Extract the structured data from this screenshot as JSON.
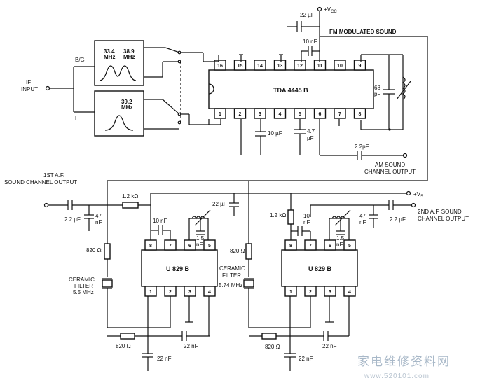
{
  "labels": {
    "vcc": "+V",
    "vcc_sub": "CC",
    "c_22uf_top": "22 µF",
    "fm_modulated": "FM MODULATED SOUND",
    "c_10nf_top": "10 nF",
    "bg": "B/G",
    "l": "L",
    "if_input_1": "IF",
    "if_input_2": "INPUT",
    "filter1_f1": "33.4",
    "filter1_f1u": "MHz",
    "filter1_f2": "38.9",
    "filter1_f2u": "MHz",
    "filter2_f": "39.2",
    "filter2_fu": "MHz",
    "ic_main": "TDA 4445 B",
    "c_68pf_a": "68",
    "c_68pf_b": "pF",
    "c_10uf": "10 µF",
    "c_47uf_a": "4.7",
    "c_47uf_b": "µF",
    "c_22pf": "2.2pF",
    "am_out_1": "AM SOUND",
    "am_out_2": "CHANNEL OUTPUT",
    "af1_1": "1ST A.F.",
    "af1_2": "SOUND CHANNEL OUTPUT",
    "vs": "+V",
    "vs_sub": "S",
    "r_12k_left": "1.2 kΩ",
    "c_22uf_l": "2.2 µF",
    "c_47nf_l_a": "47",
    "c_47nf_l_b": "nF",
    "c_10nf_l": "10 nF",
    "c_22uf_mid": "22 µF",
    "c_15nf_l_a": "1.5",
    "c_15nf_l_b": "nF",
    "r_820_l": "820 Ω",
    "ceramic_l_1": "CERAMIC",
    "ceramic_l_2": "FILTER",
    "ceramic_l_3": "5.5 MHz",
    "ic_left": "U 829 B",
    "r_820_mid": "820 Ω",
    "ceramic_r_1": "CERAMIC",
    "ceramic_r_2": "FILTER",
    "ceramic_r_3": "5.74 MHz",
    "r_12k_right": "1.2 kΩ",
    "c_10nf_r_a": "10",
    "c_10nf_r_b": "nF",
    "c_47nf_r_a": "47",
    "c_47nf_r_b": "nF",
    "c_22uf_r": "2.2 µF",
    "af2_1": "2ND A.F. SOUND",
    "af2_2": "CHANNEL OUTPUT",
    "c_15nf_r_a": "1.5",
    "c_15nf_r_b": "nF",
    "ic_right": "U 829 B",
    "r_820_bl": "820 Ω",
    "c_22nf_bl": "22 nF",
    "c_22nf_bl2": "22 nF",
    "r_820_br": "820 Ω",
    "c_22nf_br": "22 nF",
    "c_22nf_br2": "22 nF",
    "watermark_cn": "家电维修资料网",
    "watermark_url": "www.520101.com"
  },
  "pins": {
    "main_top": [
      "16",
      "15",
      "14",
      "13",
      "12",
      "11",
      "10",
      "9"
    ],
    "main_bottom": [
      "1",
      "2",
      "3",
      "4",
      "5",
      "6",
      "7",
      "8"
    ],
    "u829_top": [
      "8",
      "7",
      "6",
      "5"
    ],
    "u829_bottom": [
      "1",
      "2",
      "3",
      "4"
    ]
  }
}
